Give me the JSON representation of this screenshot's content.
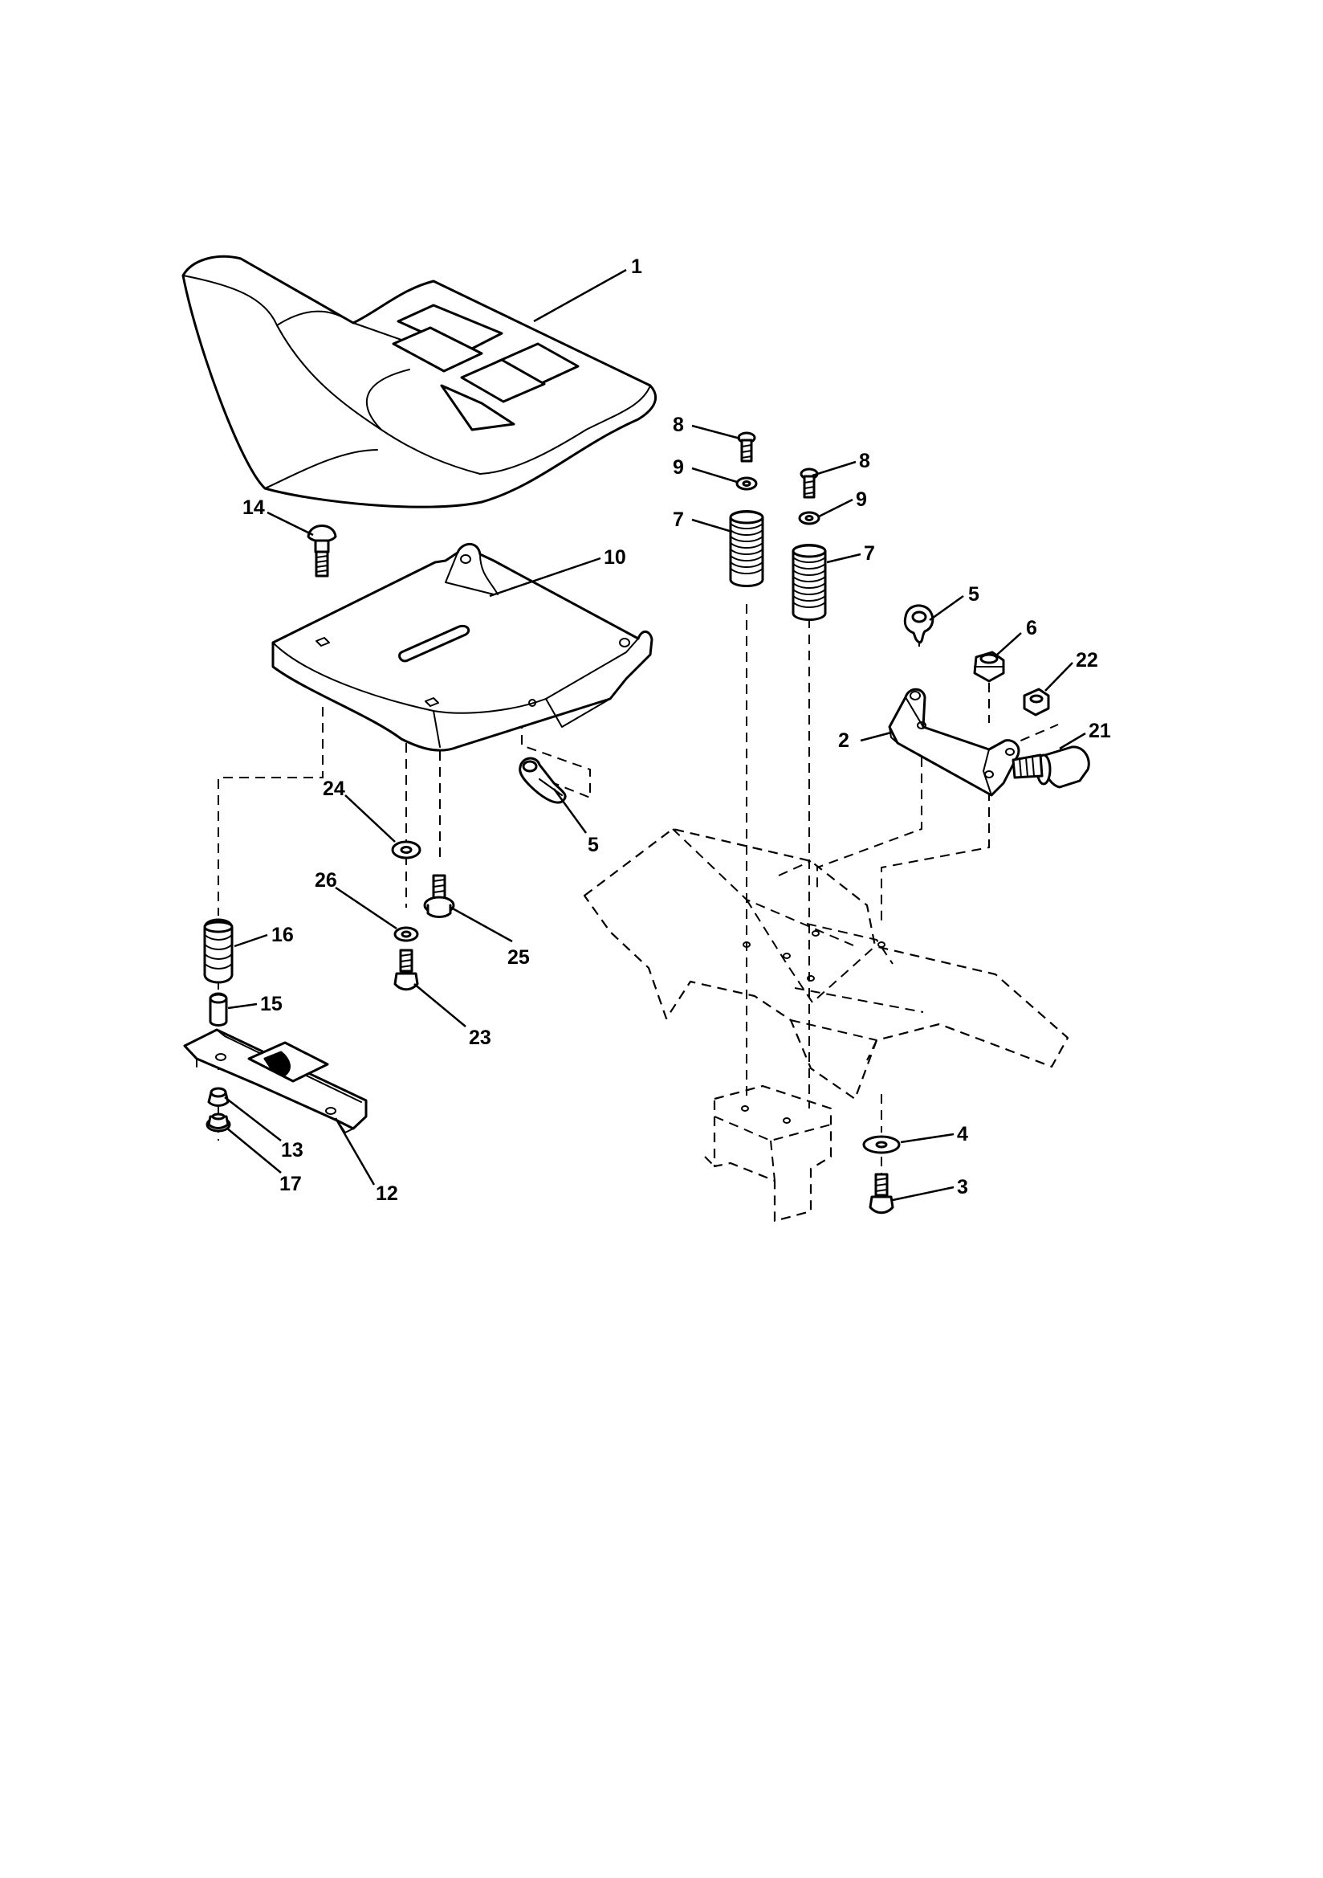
{
  "diagram": {
    "callouts": [
      {
        "id": "c1",
        "label": "1"
      },
      {
        "id": "c2",
        "label": "2"
      },
      {
        "id": "c3",
        "label": "3"
      },
      {
        "id": "c4",
        "label": "4"
      },
      {
        "id": "c5a",
        "label": "5"
      },
      {
        "id": "c5b",
        "label": "5"
      },
      {
        "id": "c6",
        "label": "6"
      },
      {
        "id": "c7a",
        "label": "7"
      },
      {
        "id": "c7b",
        "label": "7"
      },
      {
        "id": "c8a",
        "label": "8"
      },
      {
        "id": "c8b",
        "label": "8"
      },
      {
        "id": "c9a",
        "label": "9"
      },
      {
        "id": "c9b",
        "label": "9"
      },
      {
        "id": "c10",
        "label": "10"
      },
      {
        "id": "c12",
        "label": "12"
      },
      {
        "id": "c13",
        "label": "13"
      },
      {
        "id": "c14",
        "label": "14"
      },
      {
        "id": "c15",
        "label": "15"
      },
      {
        "id": "c16",
        "label": "16"
      },
      {
        "id": "c17",
        "label": "17"
      },
      {
        "id": "c21",
        "label": "21"
      },
      {
        "id": "c22",
        "label": "22"
      },
      {
        "id": "c23",
        "label": "23"
      },
      {
        "id": "c24",
        "label": "24"
      },
      {
        "id": "c25",
        "label": "25"
      },
      {
        "id": "c26",
        "label": "26"
      }
    ]
  }
}
